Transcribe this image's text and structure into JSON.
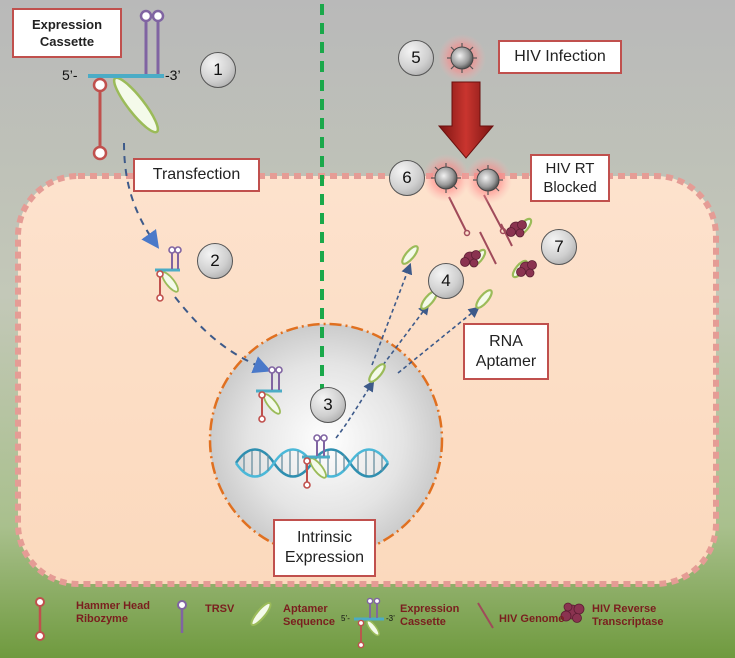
{
  "labels": {
    "expression_cassette": "Expression Cassette",
    "transfection": "Transfection",
    "hiv_infection": "HIV Infection",
    "hiv_rt_blocked": "HIV RT Blocked",
    "rna_aptamer": "RNA Aptamer",
    "intrinsic_expression": "Intrinsic Expression"
  },
  "cassette_ends": {
    "five_prime": "5’-",
    "three_prime": "-3’"
  },
  "steps": [
    "1",
    "2",
    "3",
    "4",
    "5",
    "6",
    "7"
  ],
  "legend": {
    "hammerhead": "Hammer Head Ribozyme",
    "trsv": "TRSV",
    "aptamer": "Aptamer Sequence",
    "cassette": "Expression Cassette",
    "cassette_five": "5’-",
    "cassette_three": "-3’",
    "hiv_genome": "HIV Genome",
    "hiv_rt": "HIV Reverse Transcriptase"
  },
  "colors": {
    "cell_fill": "#fde3cf",
    "membrane": "#e8a09a",
    "nucleus_border": "#e07020",
    "divider": "#1aa84a",
    "arrow_red": "#b72a26",
    "ribozyme": "#c0504d",
    "trsv": "#8064a2",
    "backbone": "#4bacc6",
    "aptamer": "#9bbb59"
  }
}
